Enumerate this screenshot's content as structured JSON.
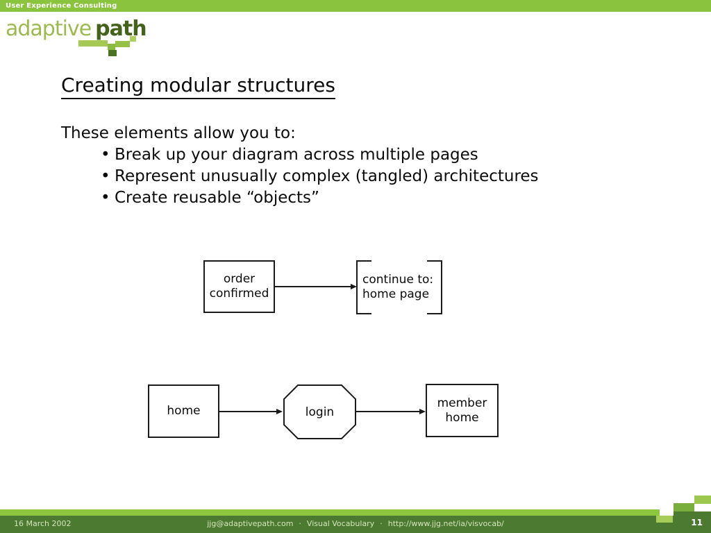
{
  "colors": {
    "brand_green_light": "#8dc63f",
    "brand_green_topbar": "#8ac33d",
    "brand_green_dark_band": "#4c7a31",
    "logo_text_light": "#9cb952",
    "logo_text_dark": "#44621c",
    "diagram_stroke": "#1a1a1a"
  },
  "header": {
    "tagline": "User Experience Consulting",
    "logo_word1": "adaptive",
    "logo_word2": "path"
  },
  "slide": {
    "title": "Creating modular structures",
    "intro": "These elements allow you to:",
    "bullet_char": "•",
    "bullets": [
      "Break up your diagram across multiple pages",
      "Represent unusually complex (tangled) architectures",
      "Create reusable “objects”"
    ]
  },
  "diagram_continuation": {
    "box_line1": "order",
    "box_line2": "confirmed",
    "target_line1": "continue to:",
    "target_line2": "home page"
  },
  "diagram_flow": {
    "box_home": "home",
    "octagon_login": "login",
    "box_member_line1": "member",
    "box_member_line2": "home"
  },
  "footer": {
    "date": "16 March 2002",
    "email": "jjg@adaptivepath.com",
    "separator": "·",
    "deck_title": "Visual Vocabulary",
    "url": "http://www.jjg.net/ia/visvocab/",
    "page_number": "11"
  }
}
